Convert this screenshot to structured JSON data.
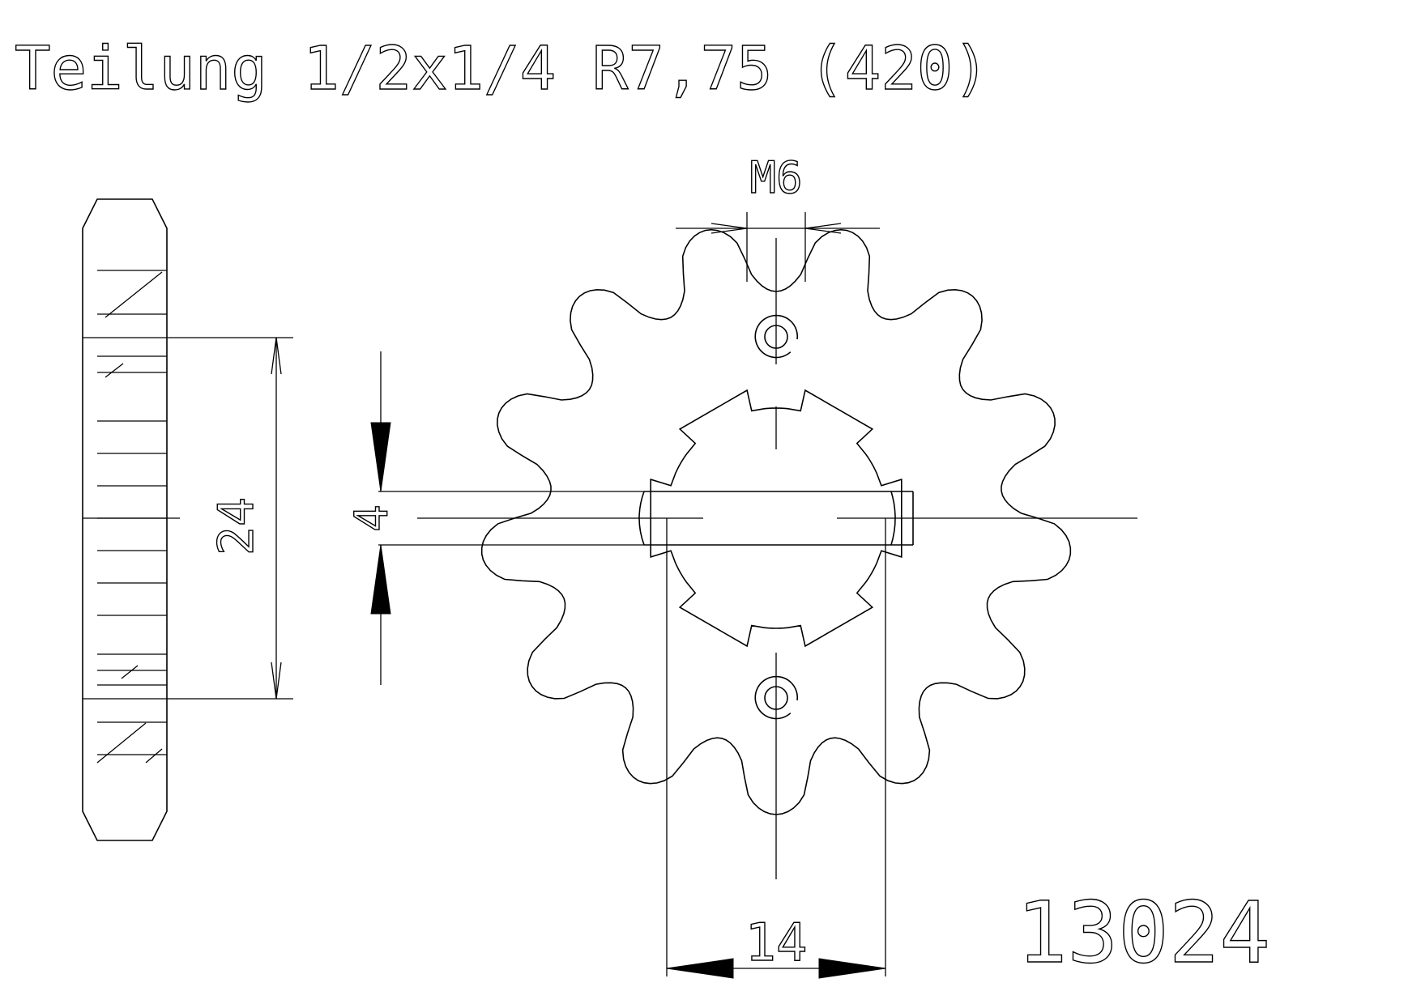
{
  "title": "Teilung 1/2x1/4 R7,75 (420)",
  "part_number": "13024",
  "dimensions": {
    "thread": "M6",
    "height": "24",
    "keyway": "4",
    "width": "14"
  },
  "sprocket": {
    "teeth": 13,
    "splines": 6
  }
}
